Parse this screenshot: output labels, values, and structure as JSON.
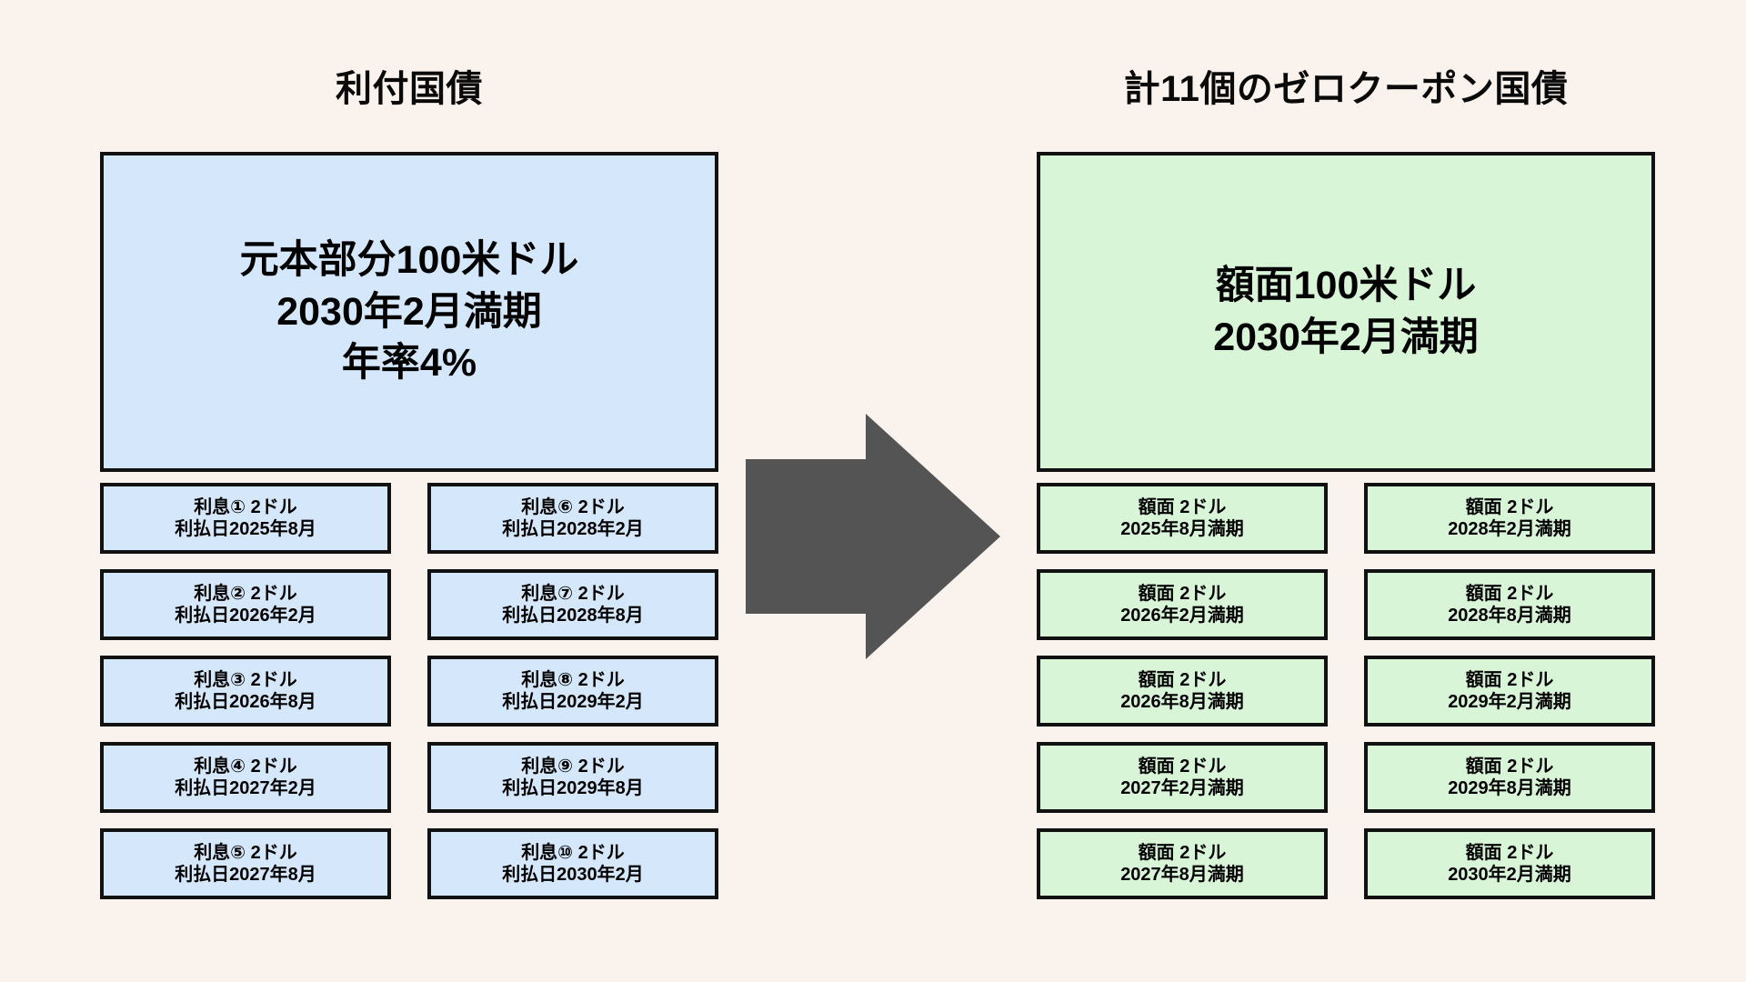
{
  "background_color": "#faf2ed",
  "left_panel": {
    "title": "利付国債",
    "accent_color": "#d5e8fb",
    "principal_box": {
      "lines": [
        "元本部分100米ドル",
        "2030年2月満期",
        "年率4%"
      ]
    },
    "coupons": [
      {
        "line1": "利息① 2ドル",
        "line2": "利払日2025年8月"
      },
      {
        "line1": "利息⑥ 2ドル",
        "line2": "利払日2028年2月"
      },
      {
        "line1": "利息② 2ドル",
        "line2": "利払日2026年2月"
      },
      {
        "line1": "利息⑦ 2ドル",
        "line2": "利払日2028年8月"
      },
      {
        "line1": "利息③ 2ドル",
        "line2": "利払日2026年8月"
      },
      {
        "line1": "利息⑧ 2ドル",
        "line2": "利払日2029年2月"
      },
      {
        "line1": "利息④ 2ドル",
        "line2": "利払日2027年2月"
      },
      {
        "line1": "利息⑨ 2ドル",
        "line2": "利払日2029年8月"
      },
      {
        "line1": "利息⑤ 2ドル",
        "line2": "利払日2027年8月"
      },
      {
        "line1": "利息⑩ 2ドル",
        "line2": "利払日2030年2月"
      }
    ]
  },
  "arrow": {
    "icon": "right-arrow-icon",
    "color": "#545454",
    "direction": "right"
  },
  "right_panel": {
    "title": "計11個のゼロクーポン国債",
    "accent_color": "#d8f5d8",
    "face_box": {
      "lines": [
        "額面100米ドル",
        "2030年2月満期"
      ]
    },
    "strips": [
      {
        "line1": "額面 2ドル",
        "line2": "2025年8月満期"
      },
      {
        "line1": "額面 2ドル",
        "line2": "2028年2月満期"
      },
      {
        "line1": "額面 2ドル",
        "line2": "2026年2月満期"
      },
      {
        "line1": "額面 2ドル",
        "line2": "2028年8月満期"
      },
      {
        "line1": "額面 2ドル",
        "line2": "2026年8月満期"
      },
      {
        "line1": "額面 2ドル",
        "line2": "2029年2月満期"
      },
      {
        "line1": "額面 2ドル",
        "line2": "2027年2月満期"
      },
      {
        "line1": "額面 2ドル",
        "line2": "2029年8月満期"
      },
      {
        "line1": "額面 2ドル",
        "line2": "2027年8月満期"
      },
      {
        "line1": "額面 2ドル",
        "line2": "2030年2月満期"
      }
    ]
  }
}
